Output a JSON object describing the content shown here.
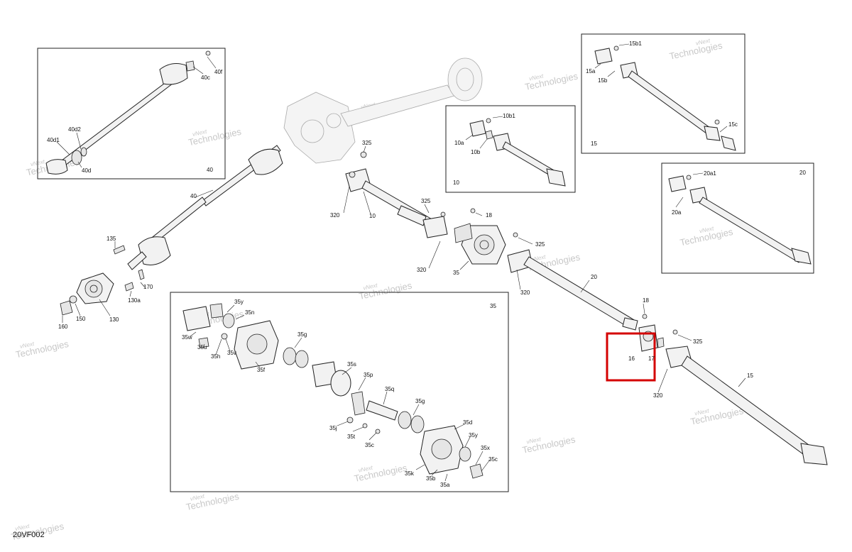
{
  "footer_code": "20VF002",
  "watermark": {
    "line1": "vNext",
    "line2": "Technologies"
  },
  "highlight_color": "#d40000",
  "inset_boxes": {
    "box40": {
      "label": "40"
    },
    "box10": {
      "label": "10"
    },
    "box15": {
      "label": "15"
    },
    "box20": {
      "label": "20"
    },
    "box35": {
      "label": "35"
    }
  },
  "callouts": {
    "c40c": "40c",
    "c40f": "40f",
    "c40d1": "40d1",
    "c40d2": "40d2",
    "c40d": "40d",
    "c10b1": "10b1",
    "c10a": "10a",
    "c10b": "10b",
    "c15b1": "15b1",
    "c15a": "15a",
    "c15b": "15b",
    "c15c": "15c",
    "c20a1": "20a1",
    "c20a": "20a",
    "c40main": "40",
    "c135": "135",
    "c170": "170",
    "c130a": "130a",
    "c160": "160",
    "c150": "150",
    "c130": "130",
    "c325a": "325",
    "c320a": "320",
    "c10main": "10",
    "c325b": "325",
    "c18a": "18",
    "c320b": "320",
    "c35main": "35",
    "c325c": "325",
    "c320c": "320",
    "c20main": "20",
    "c18b": "18",
    "c16": "16",
    "c17": "17",
    "c325d": "325",
    "c320d": "320",
    "c15main": "15",
    "c35y1": "35y",
    "c35n": "35n",
    "c35w": "35w",
    "c35u": "35u",
    "c35h": "35h",
    "c35v": "35v",
    "c35f": "35f",
    "c35g1": "35g",
    "c35s": "35s",
    "c35p": "35p",
    "c35q": "35q",
    "c35g2": "35g",
    "c35j": "35j",
    "c35t": "35t",
    "c35c1": "35c",
    "c35d": "35d",
    "c35y2": "35y",
    "c35x": "35x",
    "c35c2": "35c",
    "c35k": "35k",
    "c35b": "35b",
    "c35a": "35a"
  }
}
